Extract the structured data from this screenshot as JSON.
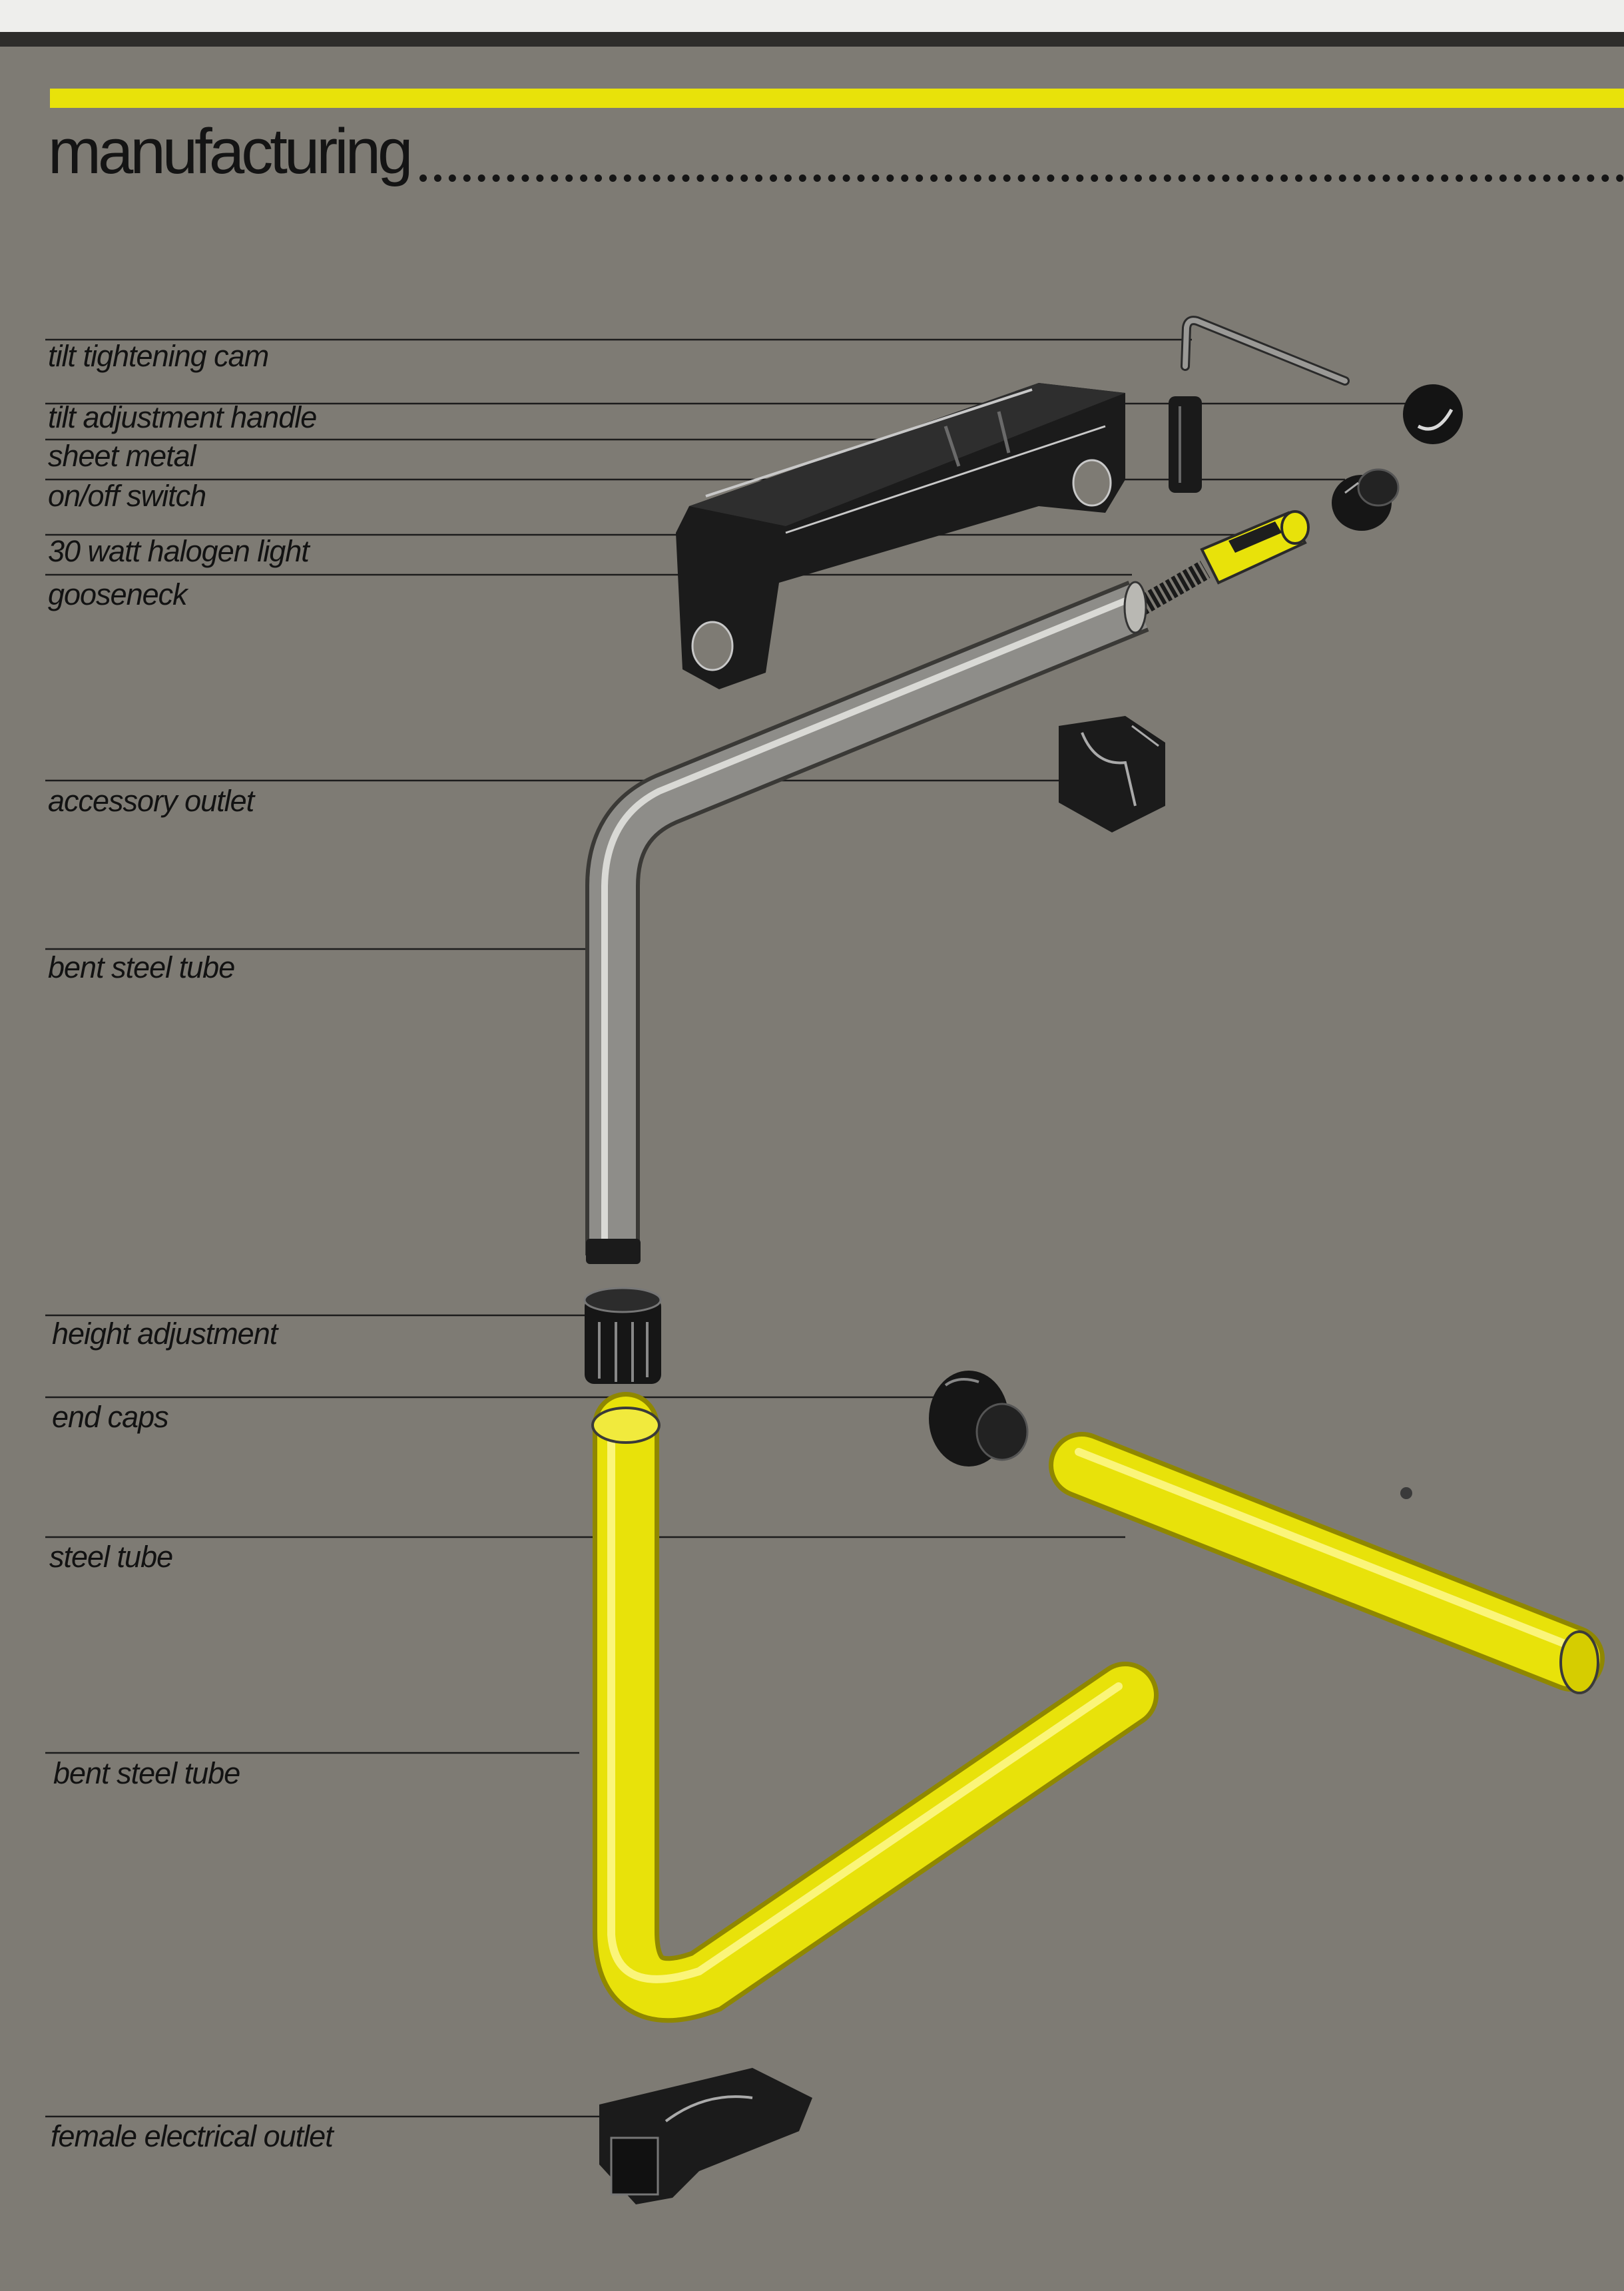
{
  "page": {
    "title": "manufacturing"
  },
  "colors": {
    "board": "#7e7b74",
    "accent_yellow": "#e8e20a",
    "part_black": "#1a1a1a",
    "steel_gray": "#8c8c8a"
  },
  "labels": {
    "tilt_tightening_cam": "tilt tightening cam",
    "tilt_adjustment_handle": "tilt adjustment handle",
    "sheet_metal": "sheet metal",
    "on_off_switch": "on/off switch",
    "halogen_light": "30 watt halogen light",
    "gooseneck": "gooseneck",
    "accessory_outlet": "accessory outlet",
    "bent_steel_tube_upper": "bent steel tube",
    "height_adjustment": "height adjustment",
    "end_caps": "end caps",
    "steel_tube": "steel tube",
    "bent_steel_tube_lower": "bent steel tube",
    "female_electrical_outlet": "female electrical outlet"
  }
}
